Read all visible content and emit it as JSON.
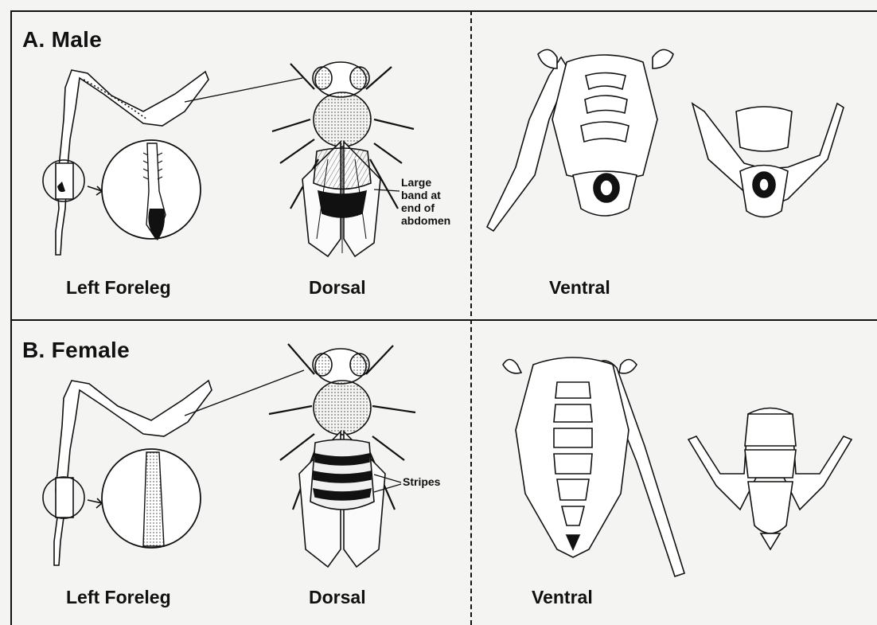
{
  "sections": [
    {
      "id": "male",
      "title": "A. Male",
      "foreleg_caption": "Left Foreleg",
      "dorsal_caption": "Dorsal",
      "ventral_caption": "Ventral",
      "annotation": [
        "Large",
        "band at",
        "end of",
        "abdomen"
      ]
    },
    {
      "id": "female",
      "title": "B. Female",
      "foreleg_caption": "Left Foreleg",
      "dorsal_caption": "Dorsal",
      "ventral_caption": "Ventral",
      "annotation": [
        "Stripes"
      ]
    }
  ],
  "colors": {
    "ink": "#111111",
    "paper": "#f4f4f2",
    "bleed_through": "#b9b9b9"
  }
}
